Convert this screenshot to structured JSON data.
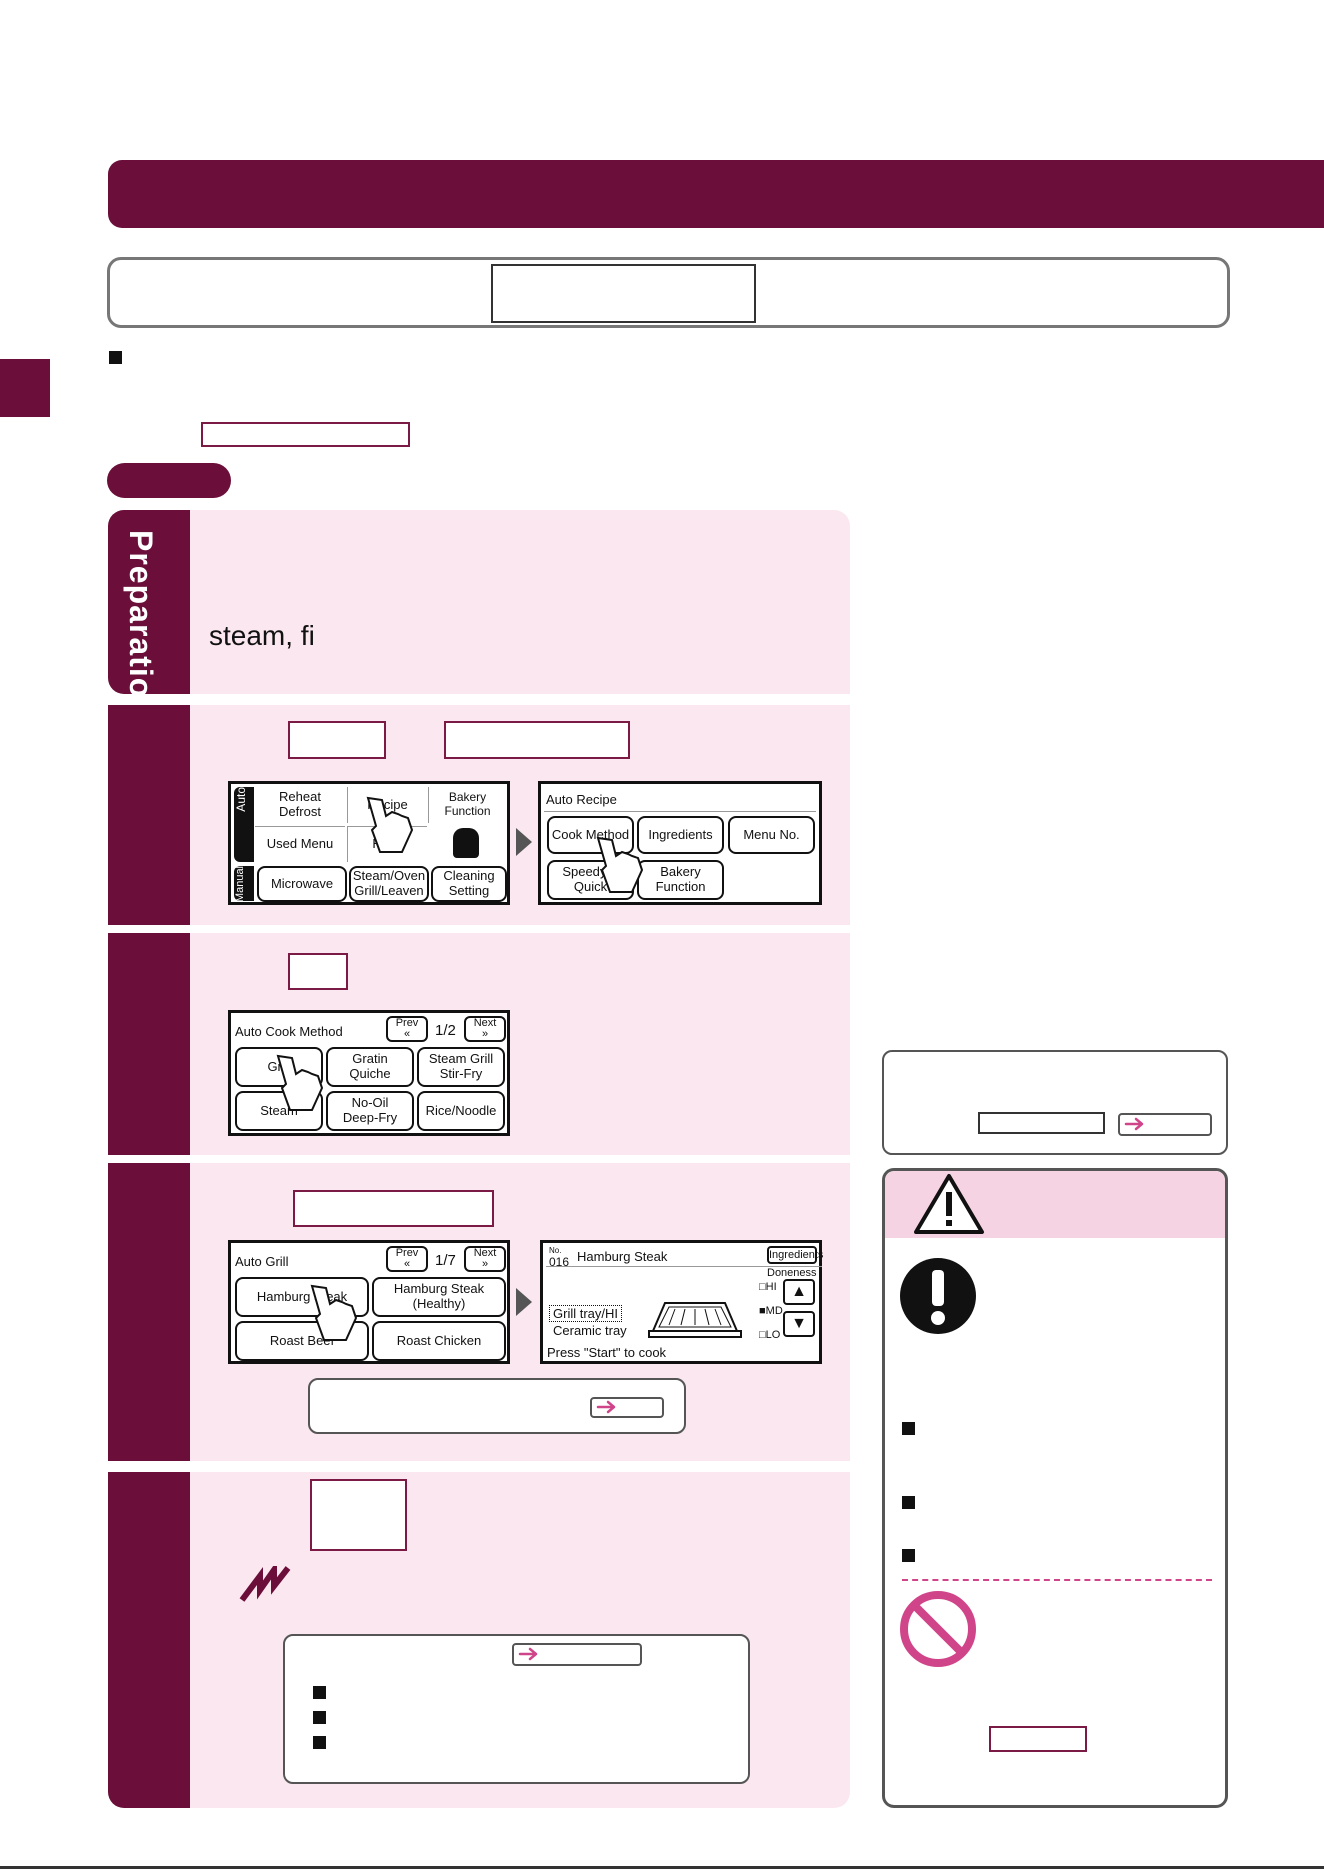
{
  "preparation": {
    "label": "Preparation",
    "visible_text": "steam, fi"
  },
  "auto_recipe_screen": {
    "auto_label": "Auto",
    "manual_label": "Manual",
    "reheat_defrost": [
      "Reheat",
      "Defrost"
    ],
    "recipe": "Recipe",
    "bakery_function": "Bakery Function",
    "used_menu": "Used Menu",
    "healthy": "Healt",
    "microwave": "Microwave",
    "steam_oven": [
      "Steam/Oven",
      "Grill/Leaven"
    ],
    "cleaning_setting": [
      "Cleaning",
      "Setting"
    ]
  },
  "recipe_screen": {
    "title": "Auto Recipe",
    "cook_method": "Cook Method",
    "ingredients": "Ingredients",
    "menu_no": "Menu No.",
    "speedy_quick": [
      "Speedy/E",
      "Quick"
    ],
    "bakery": [
      "Bakery",
      "Function"
    ]
  },
  "cook_method_screen": {
    "title": "Auto Cook Method",
    "prev": "Prev",
    "next": "Next",
    "page": "1/2",
    "items": [
      [
        "Grill"
      ],
      [
        "Gratin",
        "Quiche"
      ],
      [
        "Steam Grill",
        "Stir-Fry"
      ],
      [
        "Steam"
      ],
      [
        "No-Oil",
        "Deep-Fry"
      ],
      [
        "Rice/Noodle"
      ]
    ]
  },
  "grill_screen": {
    "title": "Auto Grill",
    "prev": "Prev",
    "next": "Next",
    "page": "1/7",
    "items": [
      [
        "Hamburg Steak"
      ],
      [
        "Hamburg Steak",
        "(Healthy)"
      ],
      [
        "Roast Beef"
      ],
      [
        "Roast Chicken"
      ]
    ]
  },
  "hamburg_screen": {
    "no_label": "No.",
    "number": "016",
    "title": "Hamburg Steak",
    "ingredients": "Ingredients",
    "doneness": "Doneness",
    "levels": [
      "HI",
      "MD",
      "LO"
    ],
    "tray_line1": "Grill tray/HI",
    "tray_line2": "Ceramic tray",
    "footer": "Press \"Start\" to cook"
  },
  "colors": {
    "maroon": "#6b0f3a",
    "pink_bg": "#fbe7ef",
    "warning_head": "#f6d3e2",
    "link_arrow": "#d0458a"
  }
}
